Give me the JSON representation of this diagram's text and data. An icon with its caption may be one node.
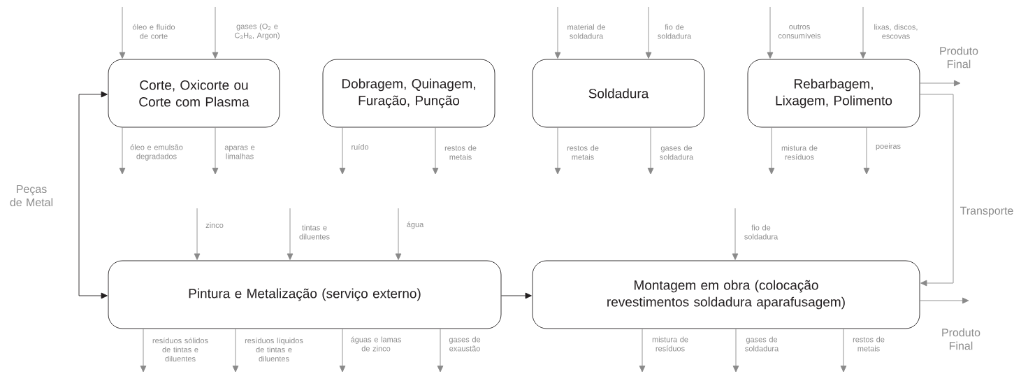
{
  "diagram": {
    "nodes": [
      {
        "text": [
          "Corte, Oxicorte ou Corte com Plasma"
        ]
      },
      {
        "text": [
          "Dobragem, Quinagem, Furação, Punção"
        ]
      },
      {
        "text": [
          "Soldadura"
        ]
      },
      {
        "text": [
          "Rebarbagem, Lixagem, Polimento"
        ]
      },
      {
        "text": [
          "Pintura e Metalização (serviço externo)"
        ]
      },
      {
        "text": [
          "Montagem em obra (colocação revestimentos soldadura aparafusagem)"
        ]
      }
    ],
    "edges": [
      {
        "from": null,
        "to": 0,
        "arrow": "to",
        "label": "óleo e fluído de corte"
      },
      {
        "from": null,
        "to": 0,
        "arrow": "to",
        "label": "gases (O$_{2}$ e C$_{3}$H$_{8}$, Argon)"
      },
      {
        "from": 0,
        "to": null,
        "arrow": "to",
        "label": "óleo e emulsão degradados"
      },
      {
        "from": 0,
        "to": null,
        "arrow": "to",
        "label": "aparas e limalhas"
      },
      {
        "from": 1,
        "to": null,
        "arrow": "to",
        "label": "ruído"
      },
      {
        "from": 1,
        "to": null,
        "arrow": "to",
        "label": "restos de metais"
      },
      {
        "from": null,
        "to": 2,
        "arrow": "to",
        "label": "material de soldadura"
      },
      {
        "from": null,
        "to": 2,
        "arrow": "to",
        "label": "fio de soldadura"
      },
      {
        "from": 2,
        "to": null,
        "arrow": "to",
        "label": "restos de metais"
      },
      {
        "from": 2,
        "to": null,
        "arrow": "to",
        "label": "gases de soldadura"
      },
      {
        "from": null,
        "to": 3,
        "arrow": "to",
        "label": "outros consumíveis"
      },
      {
        "from": null,
        "to": 3,
        "arrow": "to",
        "label": "lixas, discos, escovas"
      },
      {
        "from": 3,
        "to": null,
        "arrow": "to",
        "label": "Produto Final"
      },
      {
        "from": 3,
        "to": 5,
        "arrow": "to",
        "label": "Transporte"
      },
      {
        "from": 3,
        "to": null,
        "arrow": "to",
        "label": "mistura de resíduos"
      },
      {
        "from": 3,
        "to": null,
        "arrow": "to",
        "label": "poeiras"
      },
      {
        "from": 0,
        "to": 4,
        "arrow": "both",
        "label": "Peças de Metal",
        "color": "#231f20"
      },
      {
        "from": null,
        "to": 4,
        "arrow": "to",
        "label": "zinco"
      },
      {
        "from": null,
        "to": 4,
        "arrow": "to",
        "label": "tintas e diluentes"
      },
      {
        "from": null,
        "to": 4,
        "arrow": "to",
        "label": "água"
      },
      {
        "from": 4,
        "to": 5,
        "arrow": "to",
        "color": "#231f20"
      },
      {
        "from": null,
        "to": 5,
        "arrow": "to",
        "label": "fio de soldadura"
      },
      {
        "from": 4,
        "to": null,
        "arrow": "to",
        "label": "resíduos sólidos de tintas e diluentes"
      },
      {
        "from": 4,
        "to": null,
        "arrow": "to",
        "label": "resíduos líquidos de tintas e diluentes"
      },
      {
        "from": 4,
        "to": null,
        "arrow": "to",
        "label": "águas e lamas de zinco"
      },
      {
        "from": 4,
        "to": null,
        "arrow": "to",
        "label": "gases de exaustão"
      },
      {
        "from": 5,
        "to": null,
        "arrow": "to",
        "label": "Produto Final"
      },
      {
        "from": 5,
        "to": null,
        "arrow": "to",
        "label": "mistura de resíduos"
      },
      {
        "from": 5,
        "to": null,
        "arrow": "to",
        "label": "gases de soldadura"
      },
      {
        "from": 5,
        "to": null,
        "arrow": "to",
        "label": "restos de metais"
      }
    ]
  }
}
